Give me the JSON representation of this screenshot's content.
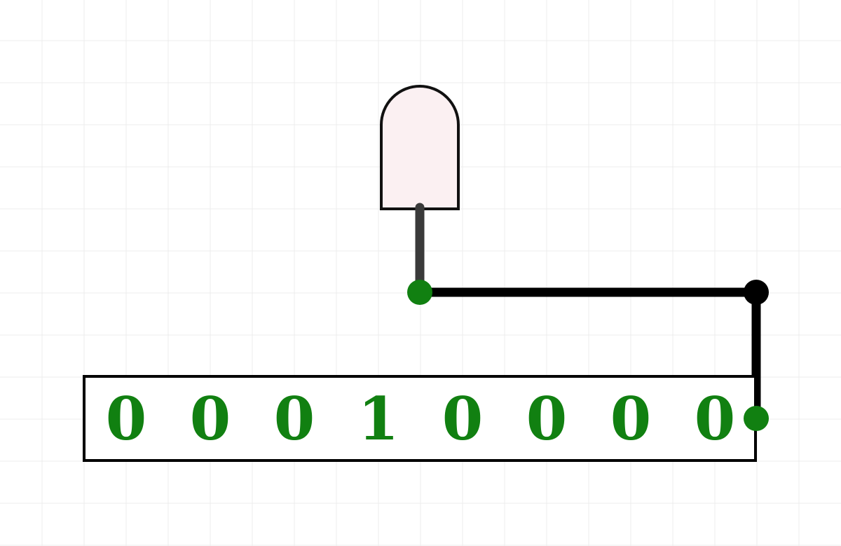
{
  "circuit": {
    "register": {
      "bits": [
        "0",
        "0",
        "0",
        "1",
        "0",
        "0",
        "0",
        "0"
      ]
    },
    "colors": {
      "grid": "#ececec",
      "wire": "#000000",
      "led_lead": "#3a3a3a",
      "node_active": "#118011",
      "node_junction": "#000000",
      "bit_text": "#118011",
      "led_body": "#fbf0f2",
      "led_outline": "#111111",
      "register_outline": "#000000"
    },
    "led_state": "off"
  }
}
